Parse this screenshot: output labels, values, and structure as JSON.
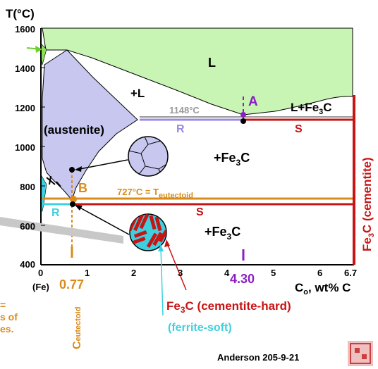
{
  "axes": {
    "y_title": "T(°C)",
    "y_ticks": [
      "1600",
      "1400",
      "1200",
      "1000",
      "800",
      "600",
      "400"
    ],
    "x_ticks": [
      "0",
      "1",
      "2",
      "3",
      "4",
      "5",
      "6",
      "6.7"
    ],
    "x_title_main": "C",
    "x_title_sub": "o",
    "x_title_rest": ", wt% C",
    "fe_label": "(Fe)"
  },
  "regions": {
    "liquid": "L",
    "gamma_liquid": "+L",
    "austenite": "(austenite)",
    "gamma_fe3c_main": "+Fe",
    "gamma_fe3c_sub": "3",
    "gamma_fe3c_end": "C",
    "liquid_fe3c_main": "L+Fe",
    "liquid_fe3c_sub": "3",
    "liquid_fe3c_end": "C",
    "alpha_fe3c_main": "+Fe",
    "alpha_fe3c_sub": "3",
    "alpha_fe3c_end": "C",
    "cementite_main": "Fe",
    "cementite_sub": "3",
    "cementite_end": "C (cementite)"
  },
  "points": {
    "A": "A",
    "B": "B",
    "eutectic_temp": "1148°C",
    "eutectoid_main": "727°C = T",
    "eutectoid_sub": "eutectoid",
    "R_upper": "R",
    "S_upper": "S",
    "R_lower": "R",
    "S_lower": "S"
  },
  "compositions": {
    "eutectoid_value": "0.77",
    "eutectic_value": "4.30",
    "c_eutectoid_main": "C",
    "c_eutectoid_sub": "eutectoid"
  },
  "annotations": {
    "cementite_hard_main": "Fe",
    "cementite_hard_sub": "3",
    "cementite_hard_end": "C (cementite-hard)",
    "ferrite_soft": "(ferrite-soft)",
    "left_frag_1": "=",
    "left_frag_2": "s of",
    "left_frag_3": "es."
  },
  "credit": "Anderson 205-9-21",
  "colors": {
    "liquid": "#c8f5b4",
    "austenite": "#c7c7f0",
    "eutectoid": "#d98c1a",
    "eutectic": "#8a1fc4",
    "cementite_red": "#c81414",
    "ferrite_cyan": "#3fd0e0",
    "gray_line": "#999999",
    "purple_line": "#9a8ae0"
  }
}
